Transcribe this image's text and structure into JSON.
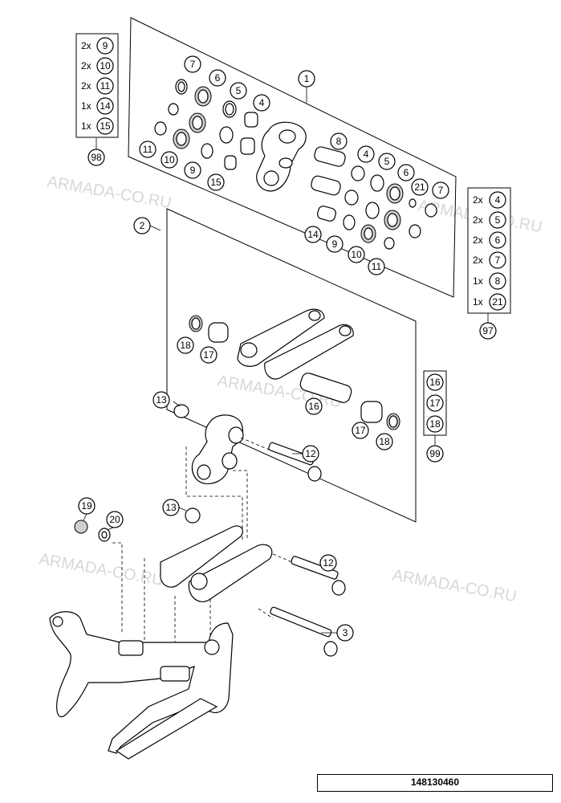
{
  "document_number": "148130460",
  "watermarks": [
    "ARMADA-CO.RU",
    "ARMADA-CO.RU",
    "ARMADA-CO.RU",
    "ARMADA-CO.RU",
    "ARMADA-CO.RU"
  ],
  "callouts": {
    "c1": "1",
    "c2": "2",
    "c3": "3",
    "c4a": "4",
    "c4b": "4",
    "c5a": "5",
    "c5b": "5",
    "c6a": "6",
    "c6b": "6",
    "c7a": "7",
    "c7b": "7",
    "c8": "8",
    "c9a": "9",
    "c9b": "9",
    "c10a": "10",
    "c10b": "10",
    "c11a": "11",
    "c11b": "11",
    "c12a": "12",
    "c12b": "12",
    "c13a": "13",
    "c13b": "13",
    "c14": "14",
    "c15": "15",
    "c16": "16",
    "c17a": "17",
    "c17b": "17",
    "c18a": "18",
    "c18b": "18",
    "c19": "19",
    "c20": "20",
    "c21": "21"
  },
  "kit_98": {
    "label": "98",
    "items": [
      {
        "qty": "2x",
        "part": "9"
      },
      {
        "qty": "2x",
        "part": "10"
      },
      {
        "qty": "2x",
        "part": "11"
      },
      {
        "qty": "1x",
        "part": "14"
      },
      {
        "qty": "1x",
        "part": "15"
      }
    ]
  },
  "kit_97": {
    "label": "97",
    "items": [
      {
        "qty": "2x",
        "part": "4"
      },
      {
        "qty": "2x",
        "part": "5"
      },
      {
        "qty": "2x",
        "part": "6"
      },
      {
        "qty": "2x",
        "part": "7"
      },
      {
        "qty": "1x",
        "part": "8"
      },
      {
        "qty": "1x",
        "part": "21"
      }
    ]
  },
  "kit_99": {
    "label": "99",
    "items": [
      {
        "part": "16"
      },
      {
        "part": "17"
      },
      {
        "part": "18"
      }
    ]
  }
}
